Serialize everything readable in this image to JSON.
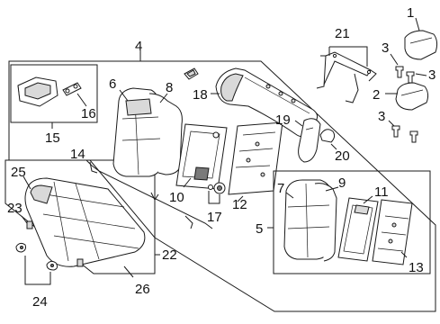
{
  "callouts": {
    "c1": "1",
    "c2": "2",
    "c3a": "3",
    "c3b": "3",
    "c3c": "3",
    "c4": "4",
    "c5": "5",
    "c6": "6",
    "c7": "7",
    "c8": "8",
    "c9": "9",
    "c10": "10",
    "c11": "11",
    "c12": "12",
    "c13": "13",
    "c14": "14",
    "c15": "15",
    "c16": "16",
    "c17": "17",
    "c18": "18",
    "c19": "19",
    "c20": "20",
    "c21": "21",
    "c22": "22",
    "c23": "23",
    "c24": "24",
    "c25": "25",
    "c26": "26"
  }
}
